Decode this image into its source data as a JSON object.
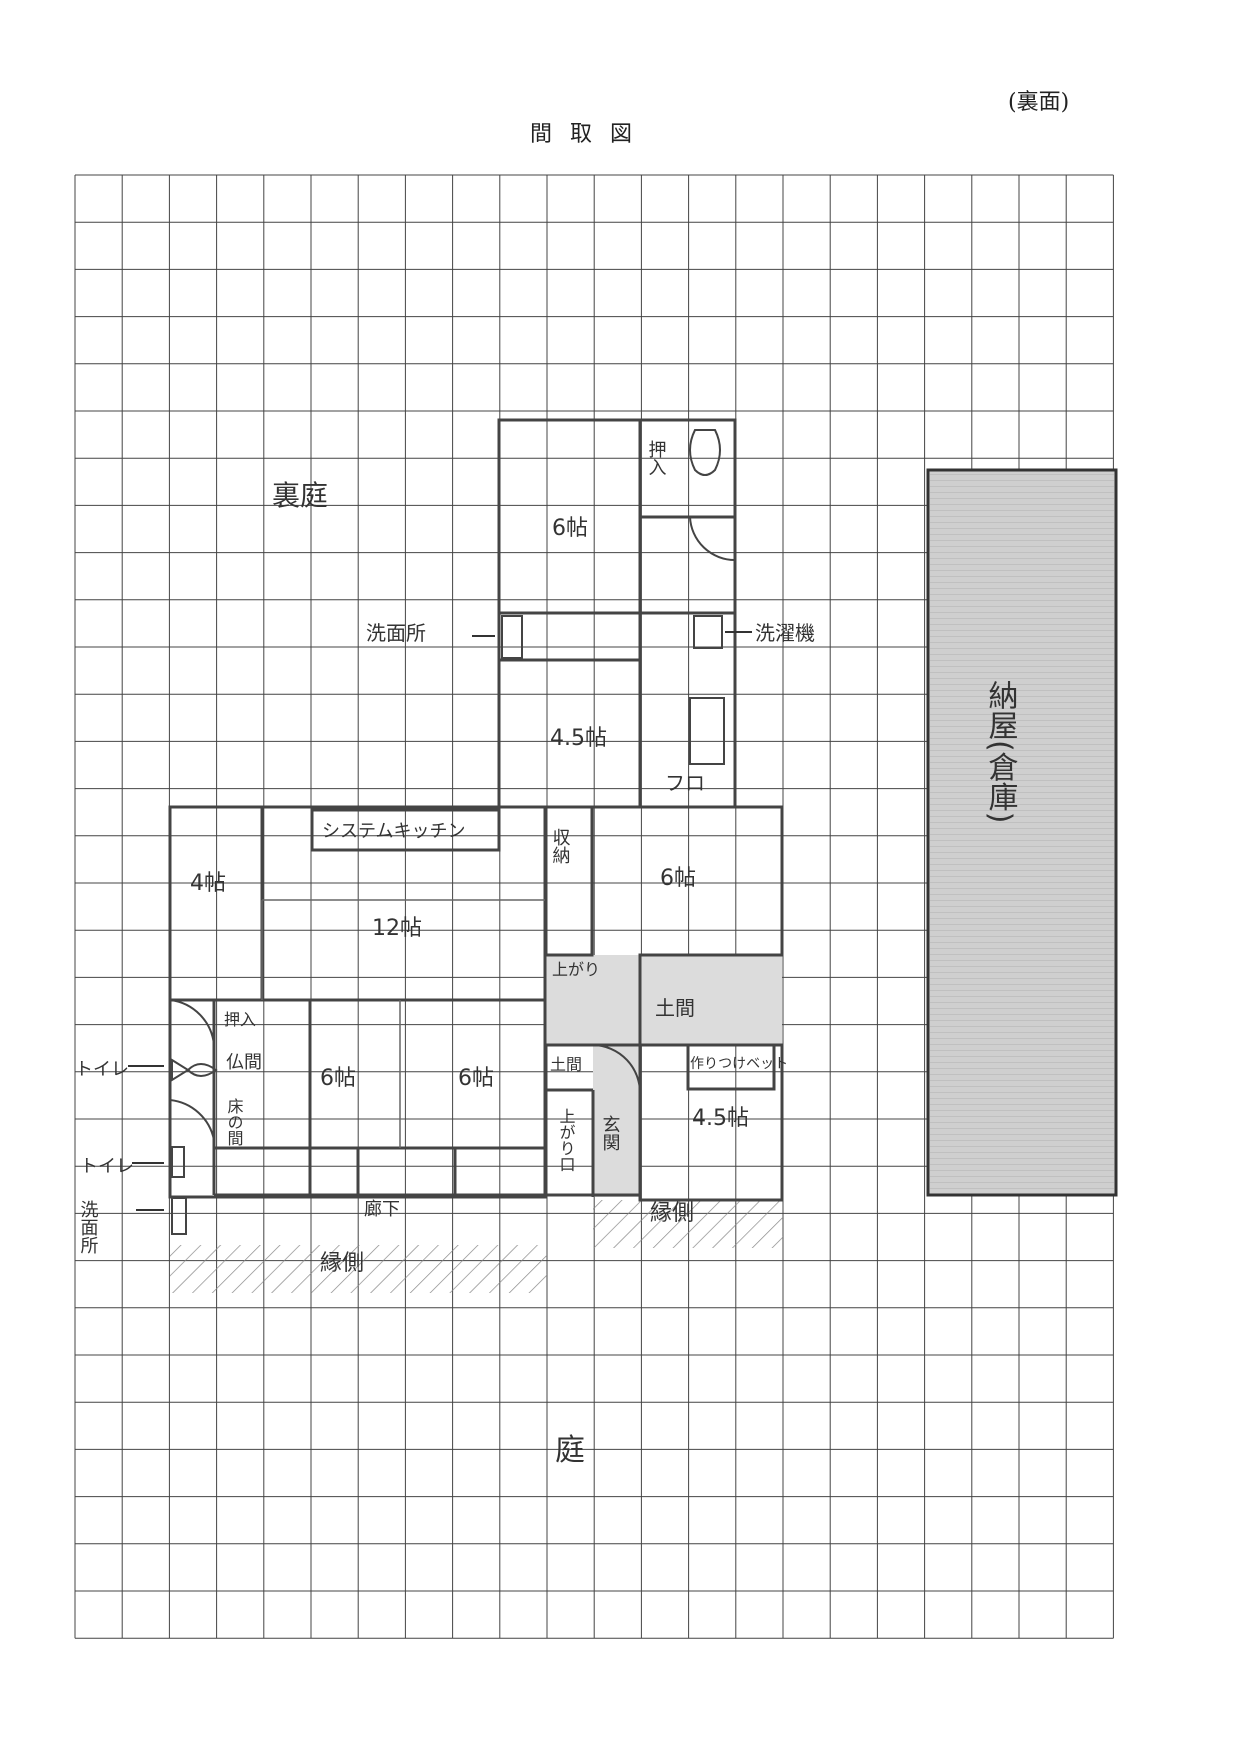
{
  "header": {
    "page_side": "(裏面)",
    "title": "間取図"
  },
  "grid": {
    "cols": 22,
    "rows": 31
  },
  "labels": {
    "back_yard": "裏庭",
    "front_yard": "庭",
    "storehouse": "納屋(倉庫)",
    "room_6_north": "6帖",
    "oshiire": "押入",
    "washbasin": "洗面所",
    "washing_machine": "洗濯機",
    "room_4_5_center": "4.5帖",
    "flo": "フロ",
    "system_kitchen": "システムキッチン",
    "storage": "収納",
    "room_6_east": "6帖",
    "room_4_west": "4帖",
    "room_12": "12帖",
    "agari_top": "上がり",
    "doma_top": "土間",
    "doma_small": "土間",
    "built_in_bed": "作りつけベット",
    "room_4_5_east": "4.5帖",
    "genkan": "玄関",
    "agari_bottom": "上がり口",
    "oshiire2": "押入",
    "butsuma": "仏間",
    "tokonoma": "床の間",
    "room_6_a": "6帖",
    "room_6_b": "6帖",
    "toilet_1": "トイレ",
    "toilet_2": "トイレ",
    "washroom": "洗面所",
    "corridor": "廊下",
    "engawa_w": "縁側",
    "engawa_e": "縁側"
  }
}
